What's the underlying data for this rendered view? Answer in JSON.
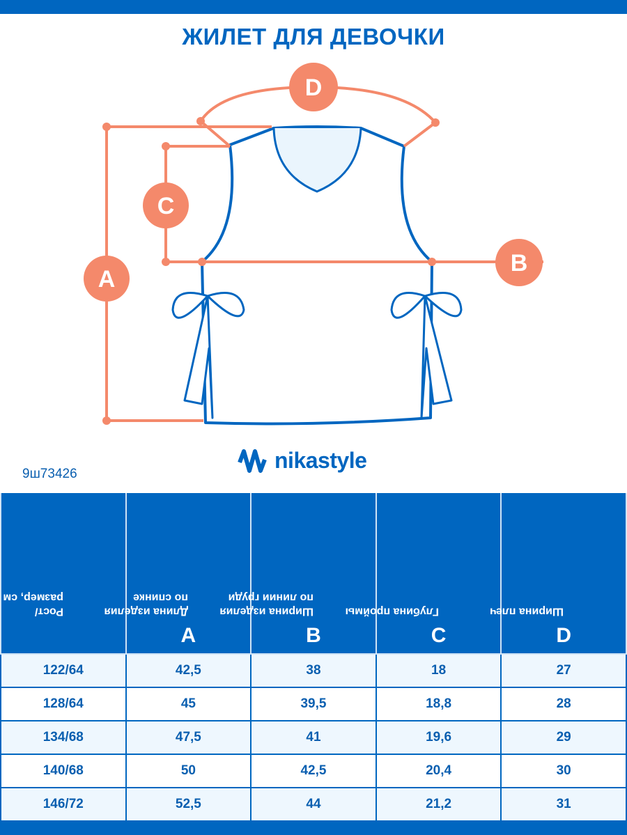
{
  "title": "ЖИЛЕТ ДЛЯ ДЕВОЧКИ",
  "diagram": {
    "labels": [
      "A",
      "B",
      "C",
      "D"
    ]
  },
  "sku": "9ш73426",
  "brand": "nikastyle",
  "table": {
    "headers": [
      {
        "lines": [
          "Рост/",
          "размер, см"
        ],
        "letter": ""
      },
      {
        "lines": [
          "Длина изделия",
          "по спинке"
        ],
        "letter": "A"
      },
      {
        "lines": [
          "Ширина изделия",
          "по линии груди"
        ],
        "letter": "B"
      },
      {
        "lines": [
          "Глубина проймы",
          ""
        ],
        "letter": "C"
      },
      {
        "lines": [
          "Ширина плеч",
          ""
        ],
        "letter": "D"
      }
    ],
    "rows": [
      [
        "122/64",
        "42,5",
        "38",
        "18",
        "27"
      ],
      [
        "128/64",
        "45",
        "39,5",
        "18,8",
        "28"
      ],
      [
        "134/68",
        "47,5",
        "41",
        "19,6",
        "29"
      ],
      [
        "140/68",
        "50",
        "42,5",
        "20,4",
        "30"
      ],
      [
        "146/72",
        "52,5",
        "44",
        "21,2",
        "31"
      ]
    ]
  },
  "colors": {
    "blue": "#0066c0",
    "orange": "#f4896b",
    "light": "#eef7fe"
  }
}
